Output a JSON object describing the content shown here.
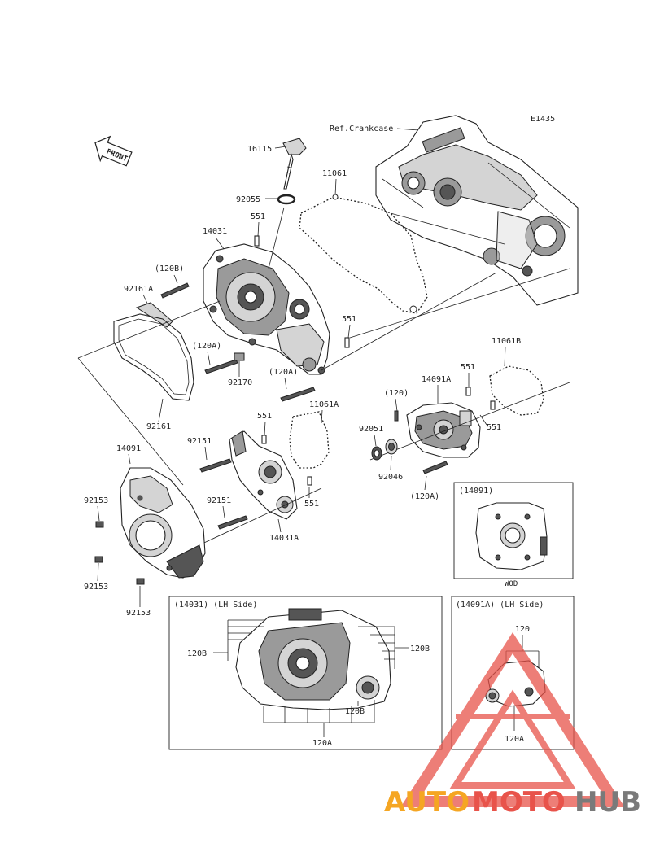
{
  "diagram": {
    "code": "E1435",
    "front_label": "FRONT",
    "ref_label": "Ref.Crankcase",
    "callouts": {
      "p16115": "16115",
      "p92055": "92055",
      "p11061": "11061",
      "p551_a": "551",
      "p14031": "14031",
      "p120B_top": "(120B)",
      "p92161A": "92161A",
      "p551_b": "551",
      "p120A_a": "(120A)",
      "p92170": "92170",
      "p120A_b": "(120A)",
      "p92161": "92161",
      "p11061B": "11061B",
      "p551_c": "551",
      "p14091A": "14091A",
      "p120": "(120)",
      "p551_d": "551",
      "p11061A": "11061A",
      "p92051": "92051",
      "p92046": "92046",
      "p120A_c": "(120A)",
      "p551_e": "551",
      "p92151_a": "92151",
      "p14091": "14091",
      "p92153_a": "92153",
      "p92151_b": "92151",
      "p551_f": "551",
      "p14031A": "14031A",
      "p92153_b": "92153",
      "p92153_c": "92153"
    },
    "inset_14091": {
      "title": "(14091)",
      "note": "WOD"
    },
    "inset_14031": {
      "title": "(14031) (LH Side)",
      "label_120B_left": "120B",
      "label_120B_right": "120B",
      "label_120B_bottom": "120B",
      "label_120A": "120A"
    },
    "inset_14091A": {
      "title": "(14091A) (LH Side)",
      "label_120": "120",
      "label_120A": "120A"
    }
  },
  "watermark": {
    "text_part1": "AUTO",
    "text_part2": "MOTO",
    "text_part3": "HUB",
    "color_orange": "#f5a623",
    "color_red": "#e8534a",
    "color_gray": "#7a7a7a"
  }
}
